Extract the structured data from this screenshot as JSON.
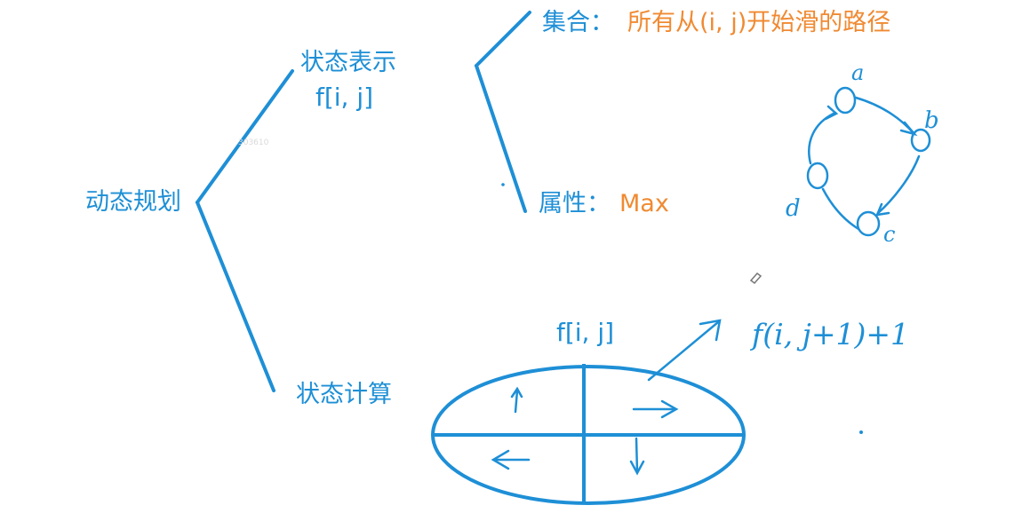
{
  "colors": {
    "ink": "#1e8fd6",
    "accent": "#f08a32"
  },
  "root": {
    "label": "动态规划"
  },
  "state_repr": {
    "label": "状态表示",
    "formula": "f[i, j]"
  },
  "set": {
    "label": "集合：",
    "value": "所有从(i, j)开始滑的路径"
  },
  "attr": {
    "label": "属性：",
    "value": "Max"
  },
  "state_calc": {
    "label": "状态计算",
    "formula": "f[i, j]"
  },
  "handwriting": {
    "transition": "f(i, j+1)+1",
    "node_a": "a",
    "node_b": "b",
    "node_c": "c",
    "node_d": "d"
  },
  "watermark": "303610"
}
